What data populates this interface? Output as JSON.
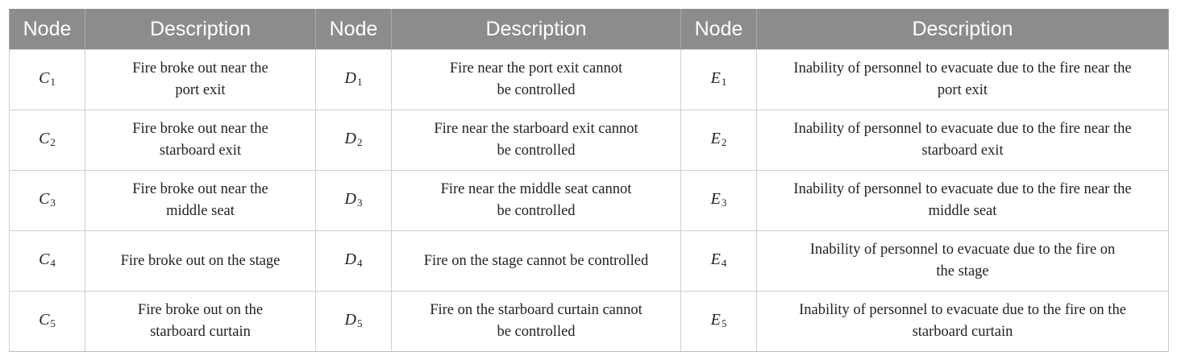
{
  "headers": [
    "Node",
    "Description",
    "Node",
    "Description",
    "Node",
    "Description"
  ],
  "rows": [
    {
      "c": {
        "letter": "C",
        "index": "1"
      },
      "c_desc": [
        "Fire broke out near the",
        "port exit"
      ],
      "d": {
        "letter": "D",
        "index": "1"
      },
      "d_desc": [
        "Fire near the port exit cannot",
        "be controlled"
      ],
      "e": {
        "letter": "E",
        "index": "1"
      },
      "e_desc": [
        "Inability of personnel to evacuate due to the fire near the",
        "port exit"
      ]
    },
    {
      "c": {
        "letter": "C",
        "index": "2"
      },
      "c_desc": [
        "Fire broke out near the",
        "starboard exit"
      ],
      "d": {
        "letter": "D",
        "index": "2"
      },
      "d_desc": [
        "Fire near the starboard exit cannot",
        "be controlled"
      ],
      "e": {
        "letter": "E",
        "index": "2"
      },
      "e_desc": [
        "Inability of personnel to evacuate due to the fire near the",
        "starboard exit"
      ]
    },
    {
      "c": {
        "letter": "C",
        "index": "3"
      },
      "c_desc": [
        "Fire broke out near the",
        "middle seat"
      ],
      "d": {
        "letter": "D",
        "index": "3"
      },
      "d_desc": [
        "Fire near the middle seat cannot",
        "be controlled"
      ],
      "e": {
        "letter": "E",
        "index": "3"
      },
      "e_desc": [
        "Inability of personnel to evacuate due to the fire near the",
        "middle seat"
      ]
    },
    {
      "c": {
        "letter": "C",
        "index": "4"
      },
      "c_desc": [
        "Fire broke out on the stage"
      ],
      "d": {
        "letter": "D",
        "index": "4"
      },
      "d_desc": [
        "Fire on the stage cannot be controlled"
      ],
      "e": {
        "letter": "E",
        "index": "4"
      },
      "e_desc": [
        "Inability of personnel to evacuate due to the fire on",
        "the stage"
      ]
    },
    {
      "c": {
        "letter": "C",
        "index": "5"
      },
      "c_desc": [
        "Fire broke out on the",
        "starboard curtain"
      ],
      "d": {
        "letter": "D",
        "index": "5"
      },
      "d_desc": [
        "Fire on the starboard curtain cannot",
        "be controlled"
      ],
      "e": {
        "letter": "E",
        "index": "5"
      },
      "e_desc": [
        "Inability of personnel to evacuate due to the fire on the",
        "starboard curtain"
      ]
    }
  ],
  "colors": {
    "header_bg": "#8c8c8c",
    "header_text": "#ffffff",
    "grid_line": "#cfcfcf",
    "body_text": "#222222"
  }
}
